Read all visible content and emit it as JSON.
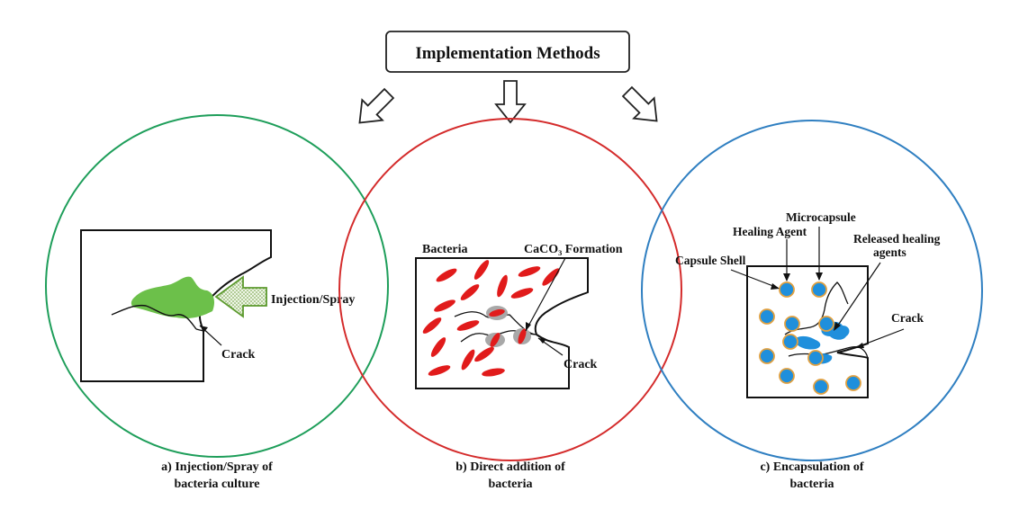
{
  "title": "Implementation Methods",
  "panels": [
    {
      "caption_line1": "a) Injection/Spray of",
      "caption_line2": "bacteria culture",
      "ring_color": "#1e9e5a",
      "labels": {
        "spray": "Injection/Spray",
        "crack": "Crack"
      }
    },
    {
      "caption_line1": "b) Direct addition of",
      "caption_line2": "bacteria",
      "ring_color": "#d42b2b",
      "labels": {
        "bacteria": "Bacteria",
        "formation": "CaCO₃ Formation",
        "crack": "Crack"
      }
    },
    {
      "caption_line1": "c) Encapsulation of",
      "caption_line2": "bacteria",
      "ring_color": "#2f7fc1",
      "labels": {
        "microcapsule": "Microcapsule",
        "healing_agent": "Healing Agent",
        "released_line1": "Released healing",
        "released_line2": "agents",
        "capsule_shell": "Capsule Shell",
        "crack": "Crack"
      }
    }
  ],
  "colors": {
    "healing_green": "#6cc04a",
    "bacteria_red": "#e11b1b",
    "calcite_gray": "#a8a8a8",
    "capsule_blue": "#1f8fdc",
    "capsule_shell": "#e0a040",
    "outline": "#111111"
  }
}
